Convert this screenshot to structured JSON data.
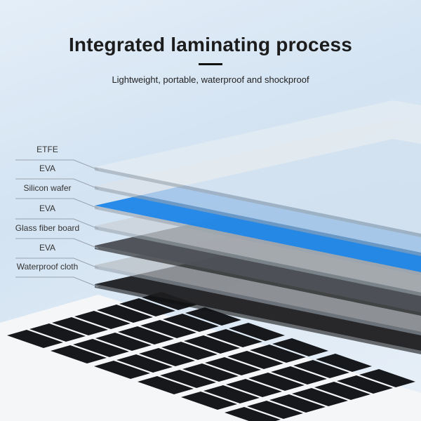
{
  "header": {
    "title": "Integrated laminating process",
    "subtitle": "Lightweight, portable, waterproof and shockproof"
  },
  "layers": [
    {
      "label": "ETFE",
      "color": "#e6ecf2"
    },
    {
      "label": "EVA",
      "color": "#dde3ea"
    },
    {
      "label": "Silicon wafer",
      "color": "#1f86e8"
    },
    {
      "label": "EVA",
      "color": "#c9ced4"
    },
    {
      "label": "Glass fiber board",
      "color": "#4a4d52"
    },
    {
      "label": "EVA",
      "color": "#b8bcc2"
    },
    {
      "label": "Waterproof cloth",
      "color": "#1e1e20"
    }
  ]
}
